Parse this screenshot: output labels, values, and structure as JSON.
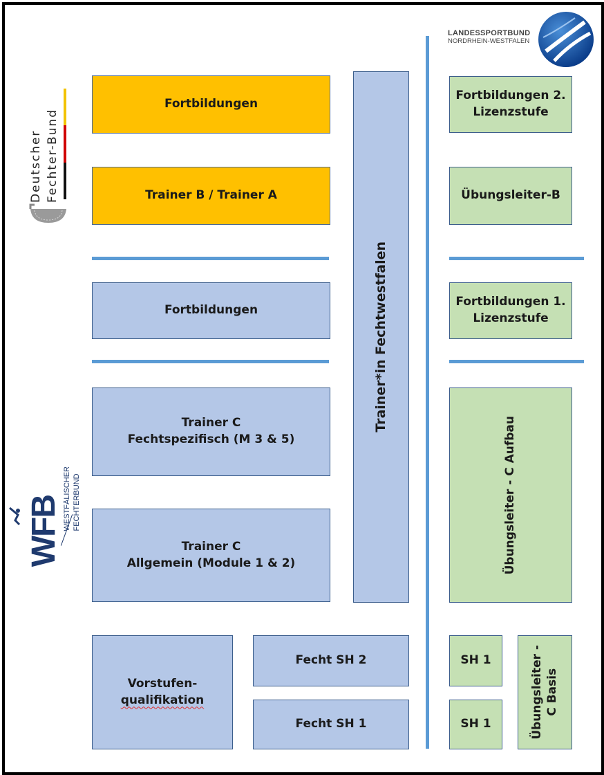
{
  "logos": {
    "dfb": {
      "line1": "Deutscher",
      "line2": "Fechter-Bund"
    },
    "wfb": {
      "abbr": "WFB",
      "line1": "WESTFÄLISCHER",
      "line2": "FECHTERBUND"
    },
    "lsb": {
      "line1": "LANDESSPORTBUND",
      "line2": "NORDRHEIN-WESTFALEN"
    }
  },
  "boxes": {
    "fortbildungen_dfb": "Fortbildungen",
    "trainer_b_a": "Trainer B / Trainer A",
    "fortbildungen_wfb": "Fortbildungen",
    "trainer_c_fecht": {
      "line1": "Trainer C",
      "line2": "Fechtspezifisch (M 3 & 5)"
    },
    "trainer_c_allg": {
      "line1": "Trainer C",
      "line2": "Allgemein (Module 1 & 2)"
    },
    "vorstufen": {
      "line1": "Vorstufen-",
      "line2": "qualifikation"
    },
    "fecht_sh2": "Fecht SH 2",
    "fecht_sh1": "Fecht SH 1",
    "trainer_fechtwestfalen": "Trainer*in Fechtwestfalen",
    "fortb_2": {
      "line1": "Fortbildungen 2.",
      "line2": "Lizenzstufe"
    },
    "uebungsleiter_b": "Übungsleiter-B",
    "fortb_1": {
      "line1": "Fortbildungen 1.",
      "line2": "Lizenzstufe"
    },
    "ul_c_aufbau": "Übungsleiter - C Aufbau",
    "sh1_a": "SH 1",
    "sh1_b": "SH 1",
    "ul_c_basis": {
      "line1": "Übungsleiter -",
      "line2": "C Basis"
    }
  },
  "colors": {
    "orange": "#ffc000",
    "blue": "#b4c7e7",
    "green": "#c5e0b4",
    "divider": "#5b9bd5",
    "wfb_navy": "#1f3a6e"
  }
}
